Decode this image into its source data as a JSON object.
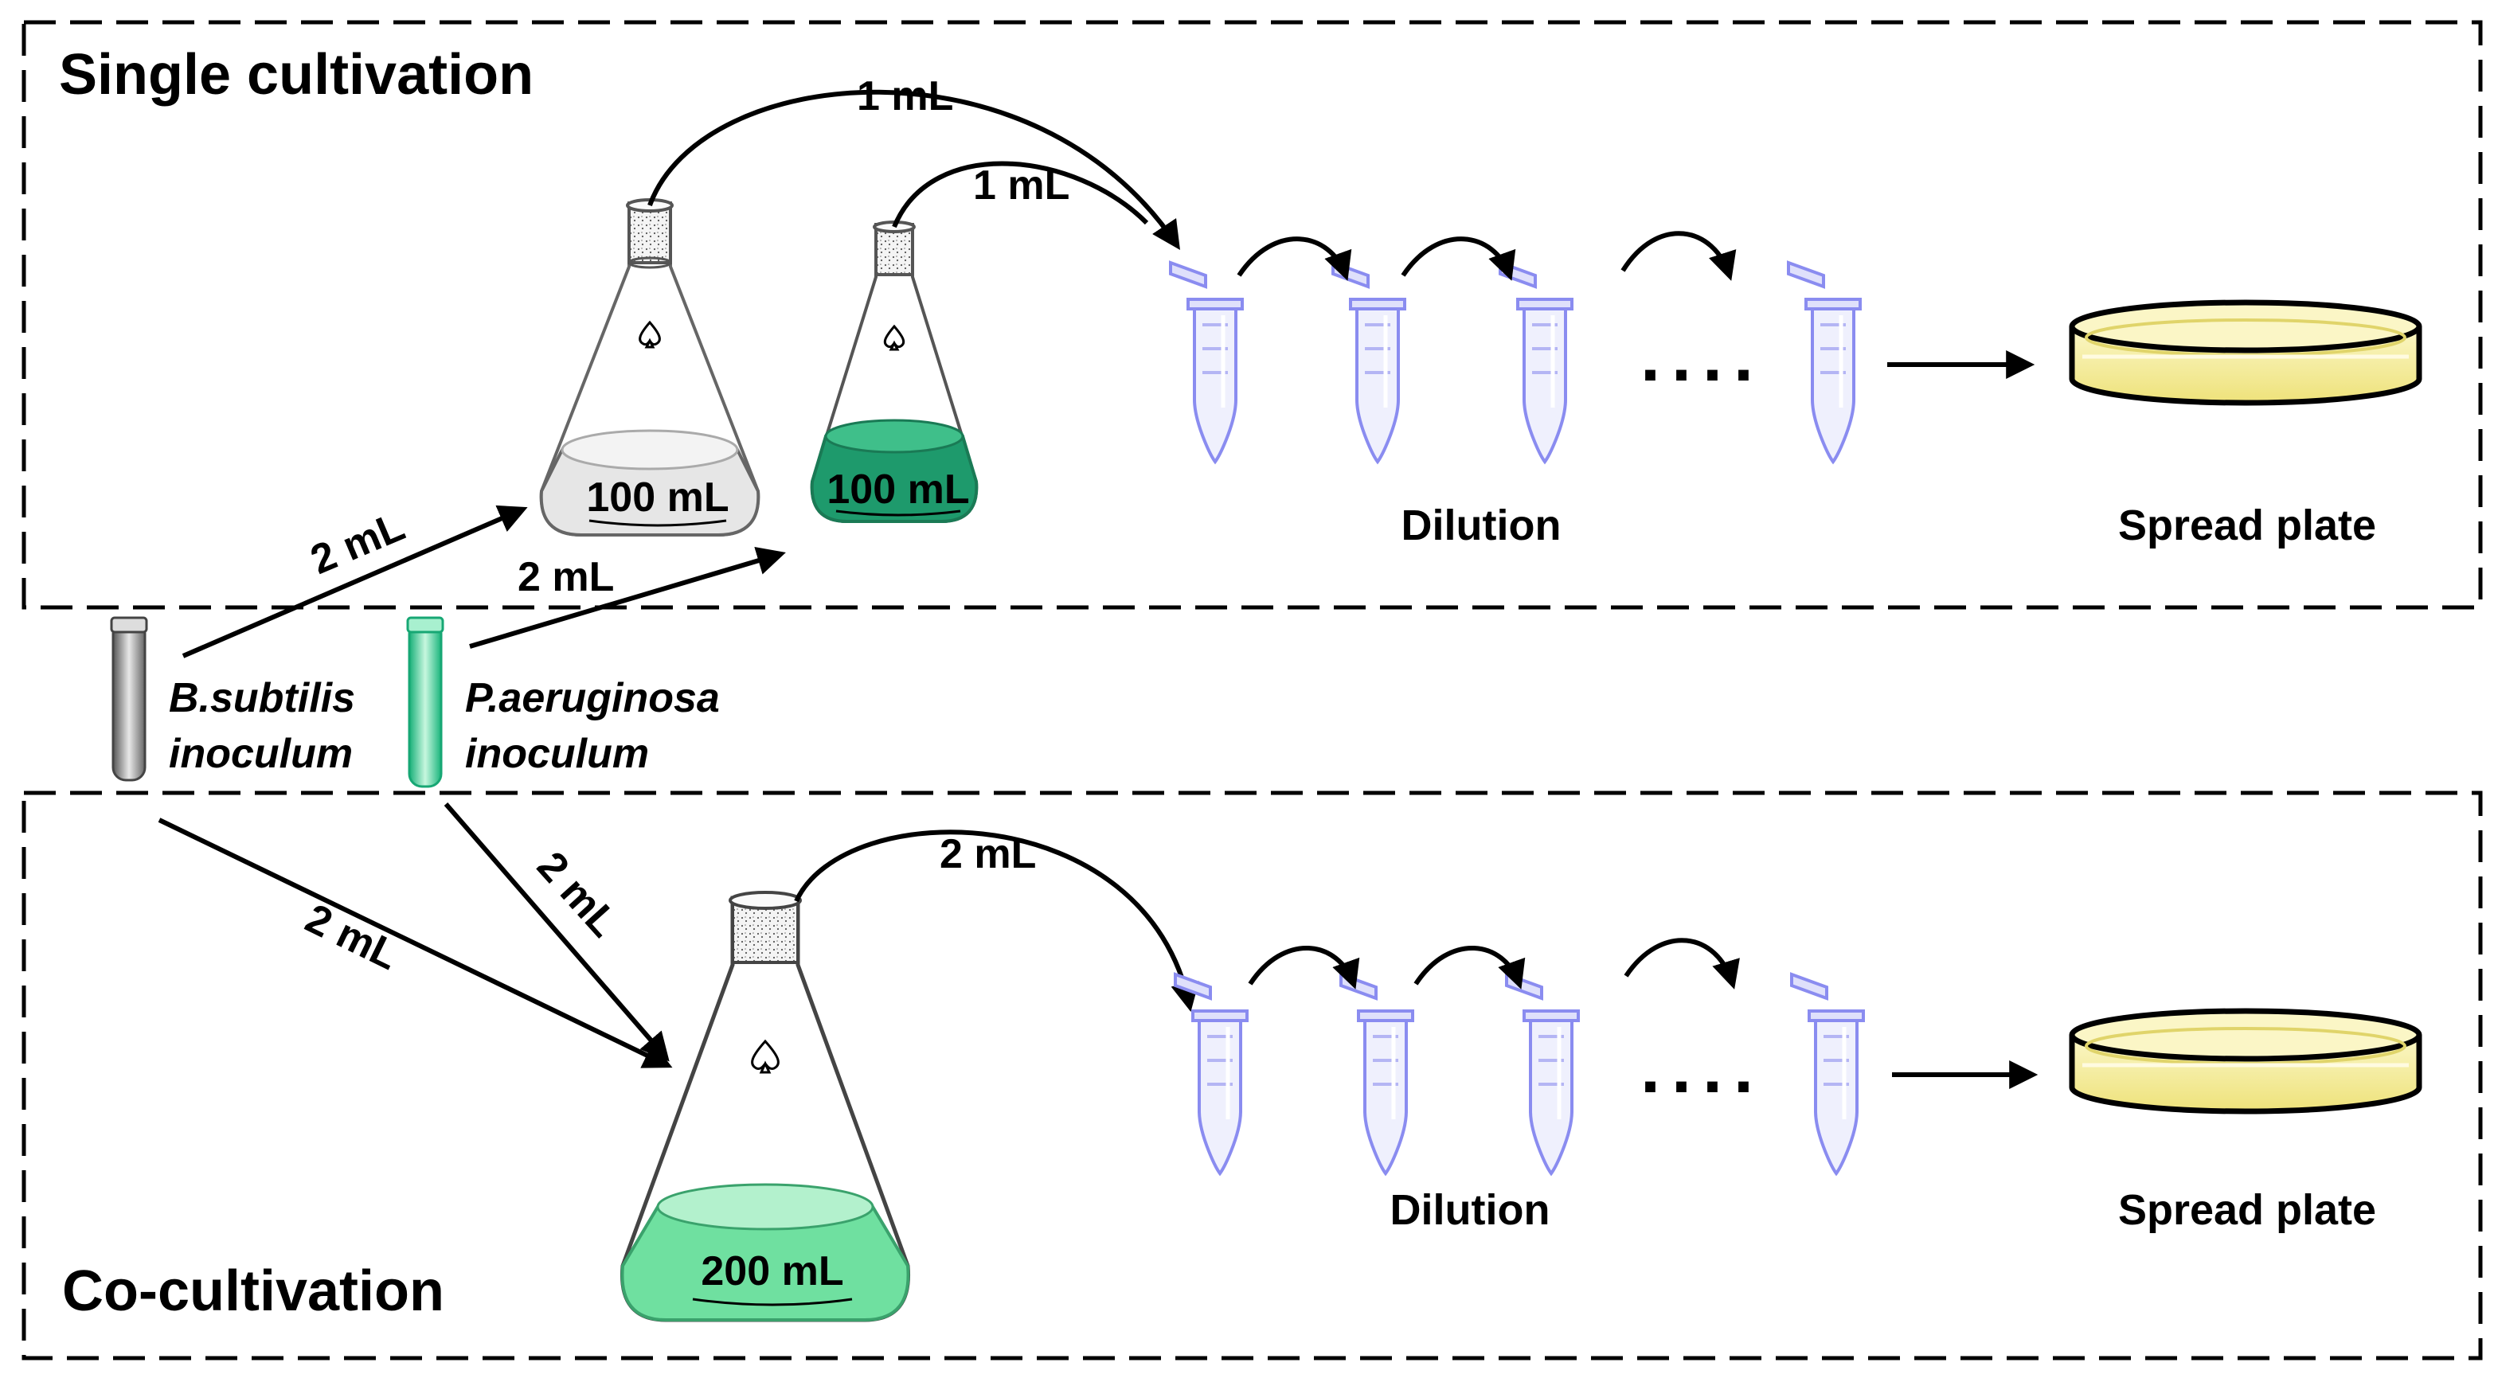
{
  "single": {
    "title": "Single cultivation",
    "flask1_volume": "100 mL",
    "flask2_volume": "100 mL",
    "transfer1": "1 mL",
    "transfer2": "1 mL",
    "dilution_label": "Dilution",
    "dots": "....",
    "plate_label": "Spread plate"
  },
  "inoculum": {
    "bsub_line1": "B.subtilis",
    "bsub_line2": "inoculum",
    "paer_line1": "P.aeruginosa",
    "paer_line2": "inoculum",
    "to_single_bsub": "2 mL",
    "to_single_paer": "2 mL",
    "to_co_bsub": "2 mL",
    "to_co_paer": "2 mL"
  },
  "co": {
    "title": "Co-cultivation",
    "flask_volume": "200 mL",
    "transfer": "2 mL",
    "dilution_label": "Dilution",
    "dots": "....",
    "plate_label": "Spread plate"
  },
  "colors": {
    "tube": "#8a8cf0",
    "tube_light": "#dfe0fb",
    "plate": "#f6f0a0",
    "green_medium": "#1e9a6c",
    "green_light": "#6fe0a0",
    "grey_medium": "#e6e6e6"
  }
}
